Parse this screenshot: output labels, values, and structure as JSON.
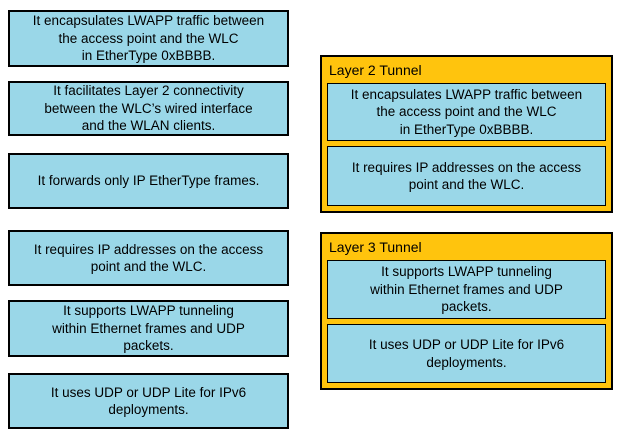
{
  "colors": {
    "card_background": "#9ad7e8",
    "bucket_background": "#ffc40d",
    "border": "#000000",
    "text": "#000000",
    "page_background": "#ffffff"
  },
  "source_items": [
    {
      "text": "It encapsulates LWAPP traffic between\nthe access point and the WLC\nin EtherType 0xBBBB."
    },
    {
      "text": "It facilitates Layer 2 connectivity\nbetween the WLC’s wired interface\nand the WLAN clients."
    },
    {
      "text": "It forwards only IP EtherType frames."
    },
    {
      "text": "It requires IP addresses on the access\npoint and the WLC."
    },
    {
      "text": "It supports LWAPP tunneling\nwithin Ethernet frames and UDP\npackets."
    },
    {
      "text": "It uses UDP or UDP Lite for IPv6\ndeployments."
    }
  ],
  "targets": [
    {
      "title": "Layer 2 Tunnel",
      "items": [
        {
          "text": "It encapsulates LWAPP traffic between\nthe access point and the WLC\nin EtherType 0xBBBB."
        },
        {
          "text": "It requires IP addresses on the access\npoint and the WLC."
        }
      ]
    },
    {
      "title": "Layer 3 Tunnel",
      "items": [
        {
          "text": "It supports LWAPP tunneling\nwithin Ethernet frames and UDP\npackets."
        },
        {
          "text": "It uses UDP or UDP Lite for IPv6\ndeployments."
        }
      ]
    }
  ]
}
